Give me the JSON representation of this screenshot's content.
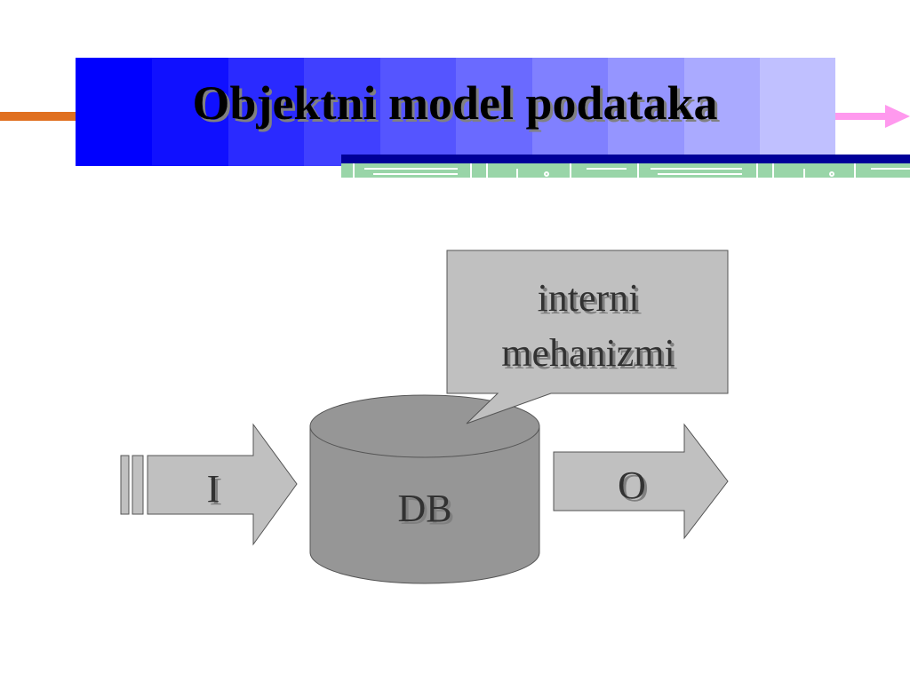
{
  "slide": {
    "title": "Objektni model podataka"
  },
  "diagram": {
    "input_label": "I",
    "database_label": "DB",
    "output_label": "O",
    "callout_line1": "interni",
    "callout_line2": "mehanizmi"
  },
  "colors": {
    "title_band_dark": "#0000ff",
    "title_band_light": "#c0c0ff",
    "left_rule": "#e07020",
    "right_arrow": "#ff99ee",
    "navy_stripe": "#000099",
    "green_strip": "#99d5a8",
    "shape_fill": "#c0c0c0",
    "cylinder_fill": "#969696",
    "shape_border": "#555555"
  }
}
